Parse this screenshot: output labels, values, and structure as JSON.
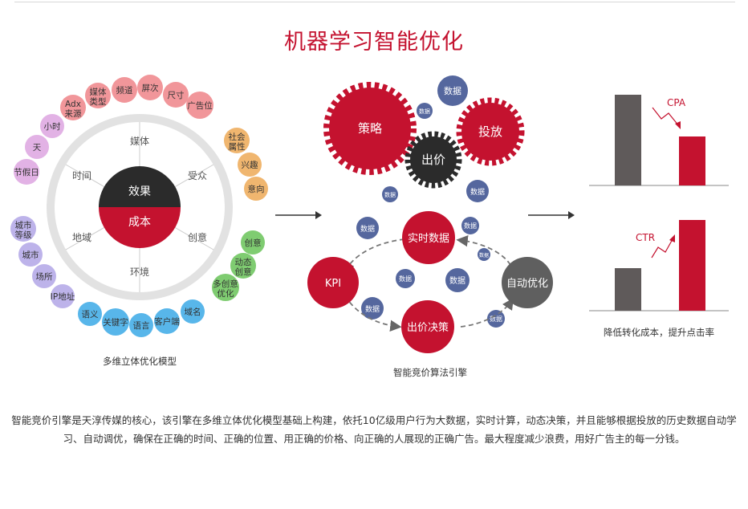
{
  "title": "机器学习智能优化",
  "model": {
    "caption": "多维立体优化模型",
    "center_top": "效果",
    "center_bottom": "成本",
    "sectors": [
      "媒体",
      "受众",
      "创意",
      "环境",
      "地域",
      "时间"
    ],
    "media_tags": [
      "Adx 来源",
      "媒体 类型",
      "频道",
      "屏次",
      "尺寸",
      "广告位"
    ],
    "audience_tags": [
      "社会 属性",
      "兴趣",
      "意向"
    ],
    "creative_tags": [
      "创意",
      "动态 创意",
      "多创意 优化"
    ],
    "env_geo_tags": [
      "语义",
      "关键字",
      "语言",
      "客户端",
      "域名",
      "IP地址"
    ],
    "geo_tags": [
      "城市 等级",
      "城市",
      "场所"
    ],
    "time_tags": [
      "节假日",
      "天",
      "小时"
    ]
  },
  "engine": {
    "caption": "智能竞价算法引擎",
    "gear_strategy": "策略",
    "gear_bid": "出价",
    "gear_delivery": "投放",
    "node_realtime": "实时数据",
    "node_kpi": "KPI",
    "node_auto": "自动优化",
    "node_decision": "出价决策",
    "data_label": "数据"
  },
  "results": {
    "caption": "降低转化成本，提升点击率",
    "cpa_label": "CPA",
    "ctr_label": "CTR"
  },
  "description": "智能竞价引擎是天淳传媒的核心，该引擎在多维立体优化模型基础上构建，依托10亿级用户行为大数据，实时计算，动态决策，并且能够根据投放的历史数据自动学习、自动调优，确保在正确的时间、正确的位置、用正确的价格、向正确的人展现的正确广告。最大程度减少浪费，用好广告主的每一分钱。",
  "colors": {
    "red": "#c4122f",
    "dark": "#2b2b2b",
    "gray": "#5f5f5f",
    "blue": "#55679e",
    "pink": "#f1969a",
    "violet": "#e2b2e5",
    "lavender": "#bdb3ea",
    "sky": "#58b6ea",
    "green": "#7fcc71",
    "orange": "#f0b66f"
  },
  "icons": [
    "right-arrow-icon",
    "gear-icon",
    "trend-arrow-icon"
  ]
}
